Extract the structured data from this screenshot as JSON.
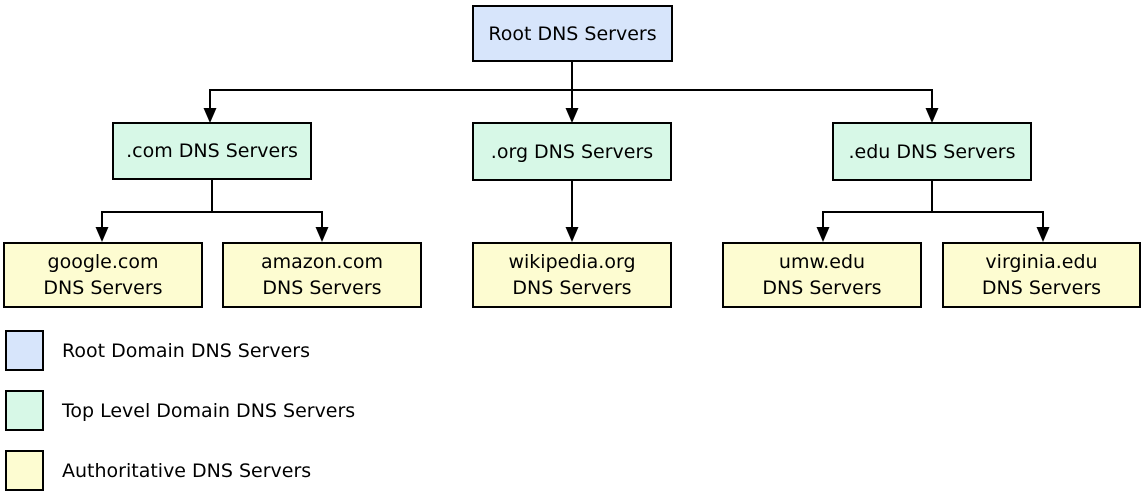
{
  "colors": {
    "root": "#d7e5fb",
    "tld": "#d7f8e7",
    "authoritative": "#fdfcd1",
    "line": "#000000"
  },
  "nodes": {
    "root": {
      "label": "Root DNS Servers"
    },
    "com": {
      "label": ".com DNS Servers"
    },
    "org": {
      "label": ".org DNS Servers"
    },
    "edu": {
      "label": ".edu DNS Servers"
    },
    "google": {
      "line1": "google.com",
      "line2": "DNS Servers"
    },
    "amazon": {
      "line1": "amazon.com",
      "line2": "DNS Servers"
    },
    "wikipedia": {
      "line1": "wikipedia.org",
      "line2": "DNS Servers"
    },
    "umw": {
      "line1": "umw.edu",
      "line2": "DNS Servers"
    },
    "virginia": {
      "line1": "virginia.edu",
      "line2": "DNS Servers"
    }
  },
  "legend": {
    "items": [
      {
        "label": "Root Domain DNS Servers",
        "color": "#d7e5fb"
      },
      {
        "label": "Top Level Domain DNS Servers",
        "color": "#d7f8e7"
      },
      {
        "label": "Authoritative DNS Servers",
        "color": "#fdfcd1"
      }
    ]
  }
}
